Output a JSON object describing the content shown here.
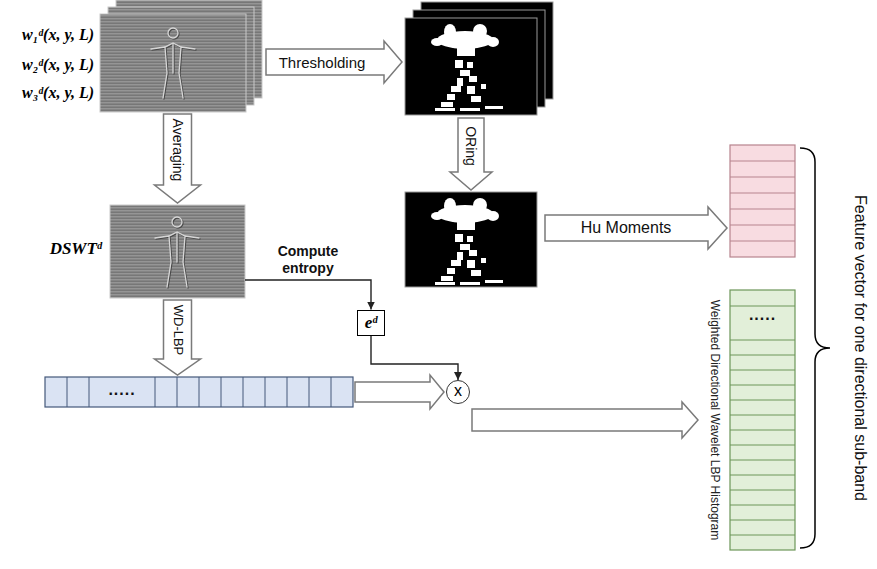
{
  "diagram": {
    "nodes": [
      {
        "text": [
          "w₁ᵈ(x, y, L)",
          "w₂ᵈ(x, y, L)",
          "w₃ᵈ(x, y, L)"
        ]
      },
      {
        "text": [
          "DSWTᵈ"
        ]
      },
      {
        "text": [
          "eᵈ"
        ]
      },
      {
        "text": [
          "....."
        ]
      },
      {
        "text": [
          "x"
        ]
      },
      {
        "text": [
          ".....",
          "Weighted Directional Wavelet LBP Histogram"
        ]
      }
    ],
    "edges": [
      {
        "from": 0,
        "to": 1,
        "arrow": "to",
        "label": "Averaging"
      },
      {
        "from": 1,
        "to": 2,
        "arrow": "to",
        "label": "Compute entropy"
      },
      {
        "from": 1,
        "to": 3,
        "arrow": "to",
        "label": "WD-LBP"
      },
      {
        "from": 2,
        "to": 4,
        "arrow": "to"
      },
      {
        "from": 3,
        "to": 4,
        "arrow": "to"
      },
      {
        "from": 4,
        "to": 5,
        "arrow": "to"
      }
    ],
    "labels": [
      "Thresholding",
      "ORing",
      "Hu Moments",
      "Feature vector for one directional sub-band"
    ]
  }
}
